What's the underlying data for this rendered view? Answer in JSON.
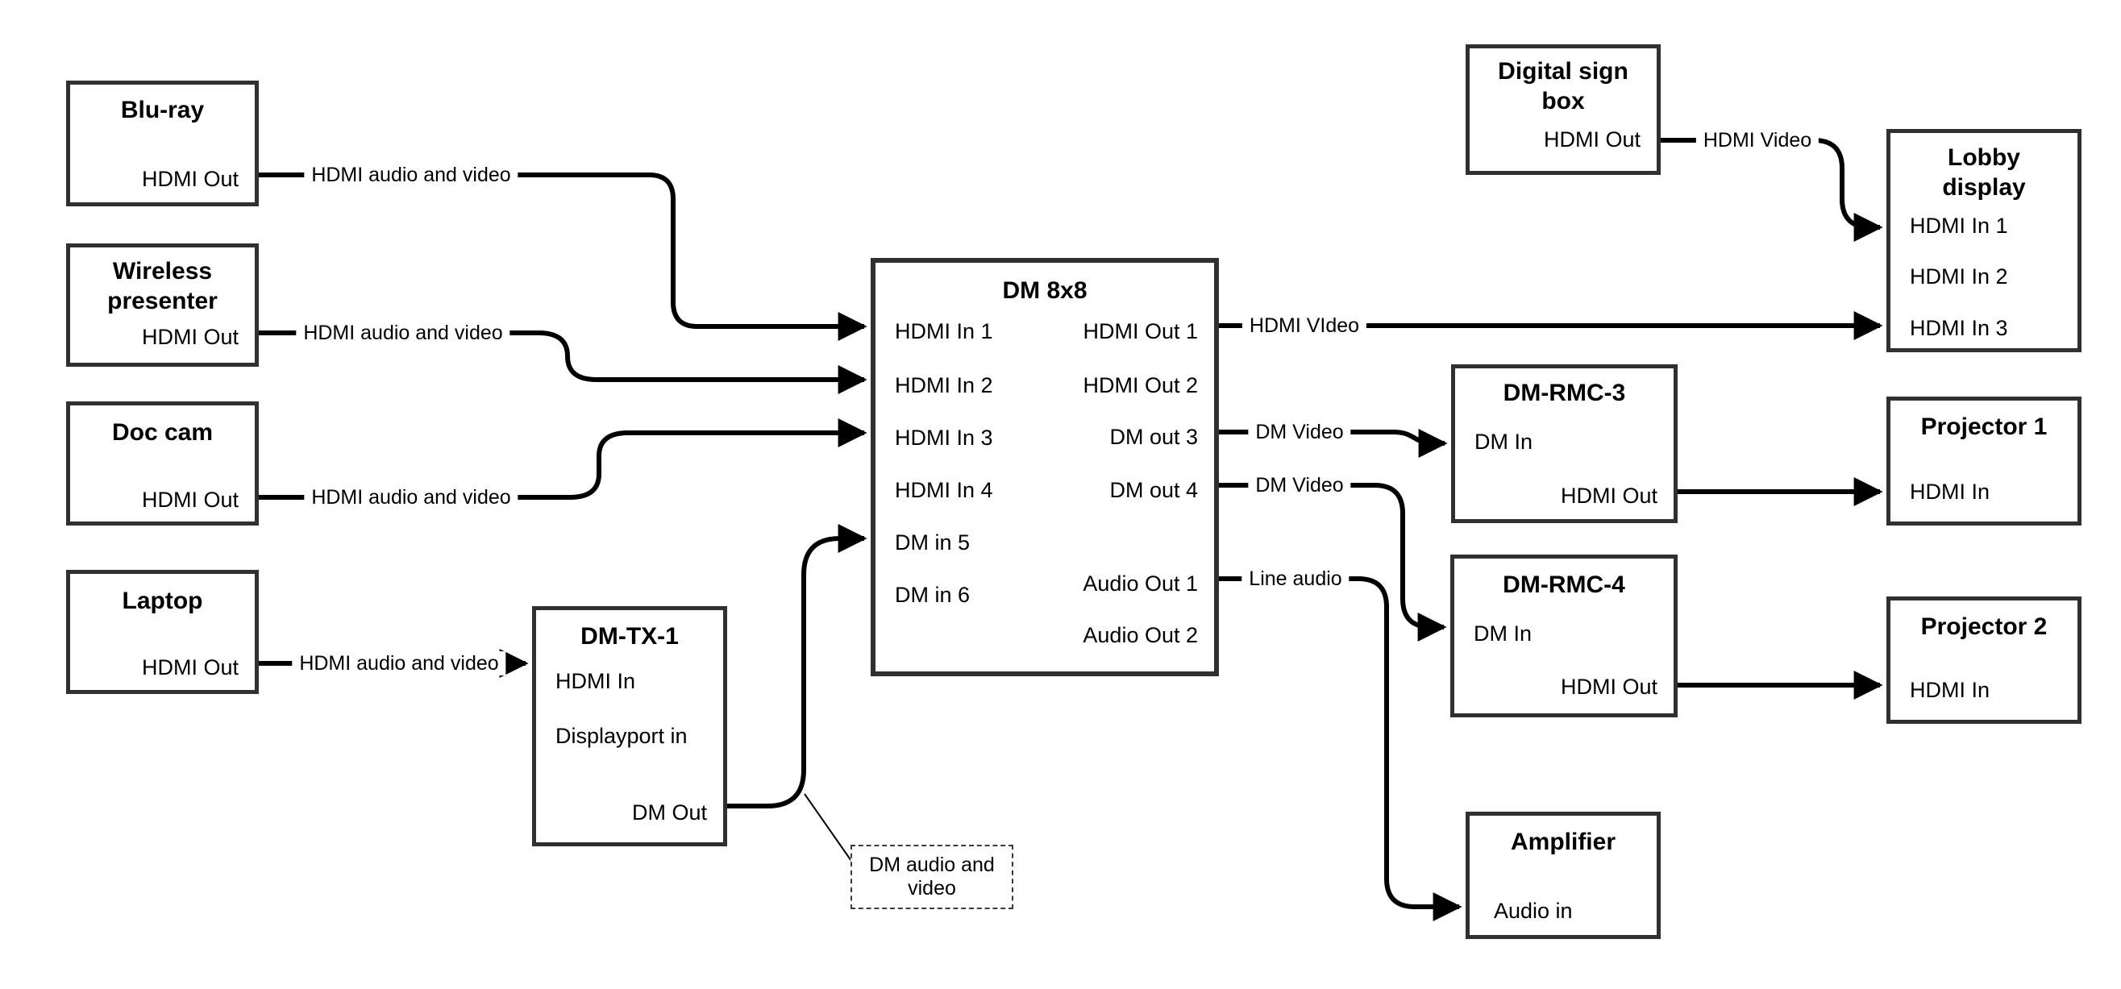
{
  "diagram": {
    "colors": {
      "wire": "#000000",
      "border": "#303030",
      "background": "#ffffff"
    },
    "nodes": {
      "bluray": {
        "title_lines": [
          "Blu-ray"
        ],
        "ports": [
          "HDMI Out"
        ]
      },
      "wireless": {
        "title_lines": [
          "Wireless",
          "presenter"
        ],
        "ports": [
          "HDMI Out"
        ]
      },
      "doccam": {
        "title_lines": [
          "Doc cam"
        ],
        "ports": [
          "HDMI Out"
        ]
      },
      "laptop": {
        "title_lines": [
          "Laptop"
        ],
        "ports": [
          "HDMI Out"
        ]
      },
      "dmtx1": {
        "title_lines": [
          "DM-TX-1"
        ],
        "ports": [
          "HDMI In",
          "Displayport in",
          "DM Out"
        ]
      },
      "dm8x8": {
        "title_lines": [
          "DM 8x8"
        ],
        "ports_left": [
          "HDMI In 1",
          "HDMI In 2",
          "HDMI In 3",
          "HDMI In 4",
          "DM in 5",
          "DM in 6"
        ],
        "ports_right": [
          "HDMI Out 1",
          "HDMI Out 2",
          "DM out 3",
          "DM out 4",
          "Audio Out 1",
          "Audio Out 2"
        ]
      },
      "digisign": {
        "title_lines": [
          "Digital sign",
          "box"
        ],
        "ports": [
          "HDMI Out"
        ]
      },
      "lobby": {
        "title_lines": [
          "Lobby",
          "display"
        ],
        "ports": [
          "HDMI In 1",
          "HDMI In 2",
          "HDMI In 3"
        ]
      },
      "rmc3": {
        "title_lines": [
          "DM-RMC-3"
        ],
        "ports": [
          "DM In",
          "HDMI Out"
        ]
      },
      "proj1": {
        "title_lines": [
          "Projector 1"
        ],
        "ports": [
          "HDMI In"
        ]
      },
      "rmc4": {
        "title_lines": [
          "DM-RMC-4"
        ],
        "ports": [
          "DM In",
          "HDMI Out"
        ]
      },
      "proj2": {
        "title_lines": [
          "Projector 2"
        ],
        "ports": [
          "HDMI In"
        ]
      },
      "amp": {
        "title_lines": [
          "Amplifier"
        ],
        "ports": [
          "Audio in"
        ]
      }
    },
    "wire_labels": {
      "bluray_wire": "HDMI audio and video",
      "wireless_wire": "HDMI audio and video",
      "doccam_wire": "HDMI audio and video",
      "laptop_wire": "HDMI audio and video",
      "hdmi_out1_wire": "HDMI VIdeo",
      "dm_out3_wire": "DM Video",
      "dm_out4_wire": "DM Video",
      "audio_out1_wire": "Line audio",
      "digital_sign_wire": "HDMI Video"
    },
    "callout": {
      "lines": [
        "DM audio and",
        "video"
      ]
    }
  }
}
